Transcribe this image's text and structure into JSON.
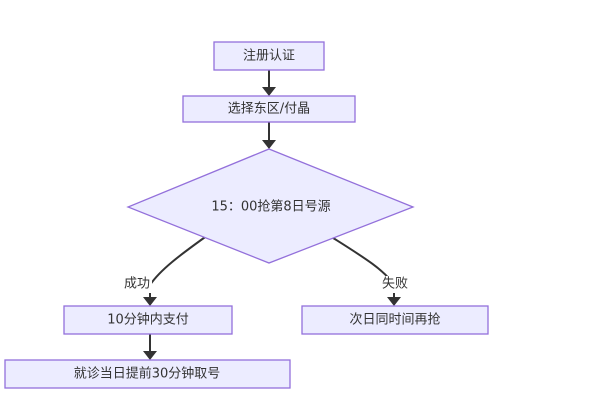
{
  "flowchart": {
    "nodes": {
      "register": "注册认证",
      "select_area": "选择东区/付晶",
      "grab_ticket": "15：00抢第8日号源",
      "pay": "10分钟内支付",
      "pickup": "就诊当日提前30分钟取号",
      "retry": "次日同时间再抢"
    },
    "edges": {
      "success": "成功",
      "fail": "失败"
    }
  },
  "colors": {
    "node_fill": "#ececff",
    "node_stroke": "#9370db",
    "edge": "#333333",
    "text": "#333333"
  }
}
